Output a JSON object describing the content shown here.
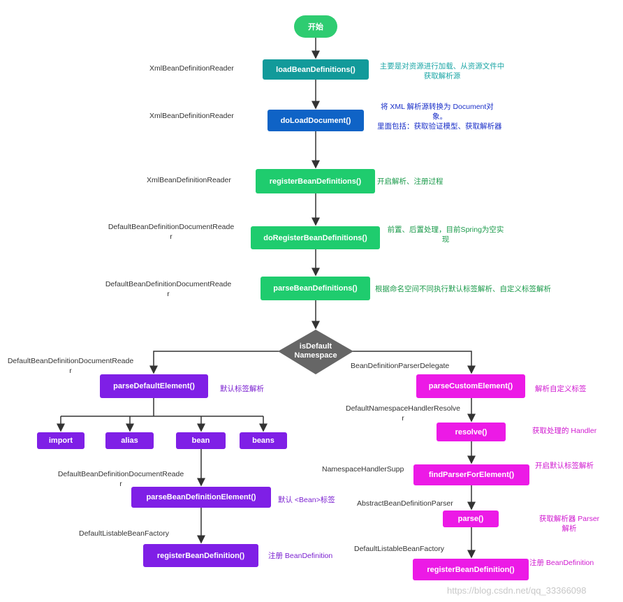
{
  "nodes": {
    "start": "开始",
    "load": "loadBeanDefinitions()",
    "doload": "doLoadDocument()",
    "register": "registerBeanDefinitions()",
    "doregister": "doRegisterBeanDefinitions()",
    "parse": "parseBeanDefinitions()",
    "decision_line1": "isDefault",
    "decision_line2": "Namespace",
    "parse_default": "parseDefaultElement()",
    "import": "import",
    "alias": "alias",
    "bean": "bean",
    "beans": "beans",
    "parse_bean_def": "parseBeanDefinitionElement()",
    "register_bean_def_left": "registerBeanDefinition()",
    "parse_custom": "parseCustomElement()",
    "resolve": "resolve()",
    "find_parser": "findParserForElement()",
    "parse_call": "parse()",
    "register_bean_def_right": "registerBeanDefinition()"
  },
  "classes": {
    "c1": "XmlBeanDefinitionReader",
    "c2": "XmlBeanDefinitionReader",
    "c3": "XmlBeanDefinitionReader",
    "c4_line1": "DefaultBeanDefinitionDocumentReade",
    "c4_line2": "r",
    "c5_line1": "DefaultBeanDefinitionDocumentReade",
    "c5_line2": "r",
    "c6_line1": "DefaultBeanDefinitionDocumentReade",
    "c6_line2": "r",
    "c7": "BeanDefinitionParserDelegate",
    "c8_line1": "DefaultNamespaceHandlerResolve",
    "c8_line2": "r",
    "c9_line1": "DefaultBeanDefinitionDocumentReade",
    "c9_line2": "r",
    "c10": "NamespaceHandlerSupp",
    "c11": "AbstractBeanDefinitionParser",
    "c12": "DefaultListableBeanFactory",
    "c13": "DefaultListableBeanFactory"
  },
  "annotations": {
    "a1_line1": "主要是对资源进行加载、从资源文件中",
    "a1_line2": "获取解析源",
    "a2_line1": "将 XML 解析源转换为 Document对",
    "a2_line2": "象。",
    "a2_line3": "里面包括：获取验证模型、获取解析器",
    "a3": "开启解析、注册过程",
    "a4_line1": "前置、后置处理，目前Spring为空实",
    "a4_line2": "现",
    "a5": "根据命名空间不同执行默认标签解析、自定义标签解析",
    "a6": "默认标签解析",
    "a7": "默认 <Bean>标签",
    "a8": "注册 BeanDefinition",
    "a9": "解析自定义标签",
    "a10": "获取处理的 Handler",
    "a11": "开启默认标签解析",
    "a12_line1": "获取解析器 Parser",
    "a12_line2": "解析",
    "a13": "注册 BeanDefinition"
  },
  "watermark": "https://blog.csdn.net/qq_33366098",
  "colors": {
    "start": "#2ecc71",
    "teal": "#129a9a",
    "blue": "#0f63c6",
    "green": "#1fcc6e",
    "gray": "#666666",
    "purple": "#7f1fe6",
    "magenta": "#ec1ae6",
    "edge": "#333333",
    "ann_teal": "#1aa5a5",
    "ann_blue": "#1a2fc8",
    "ann_green": "#1a9a4a",
    "ann_purple": "#7a1fd0",
    "ann_magenta": "#d01ad0"
  }
}
